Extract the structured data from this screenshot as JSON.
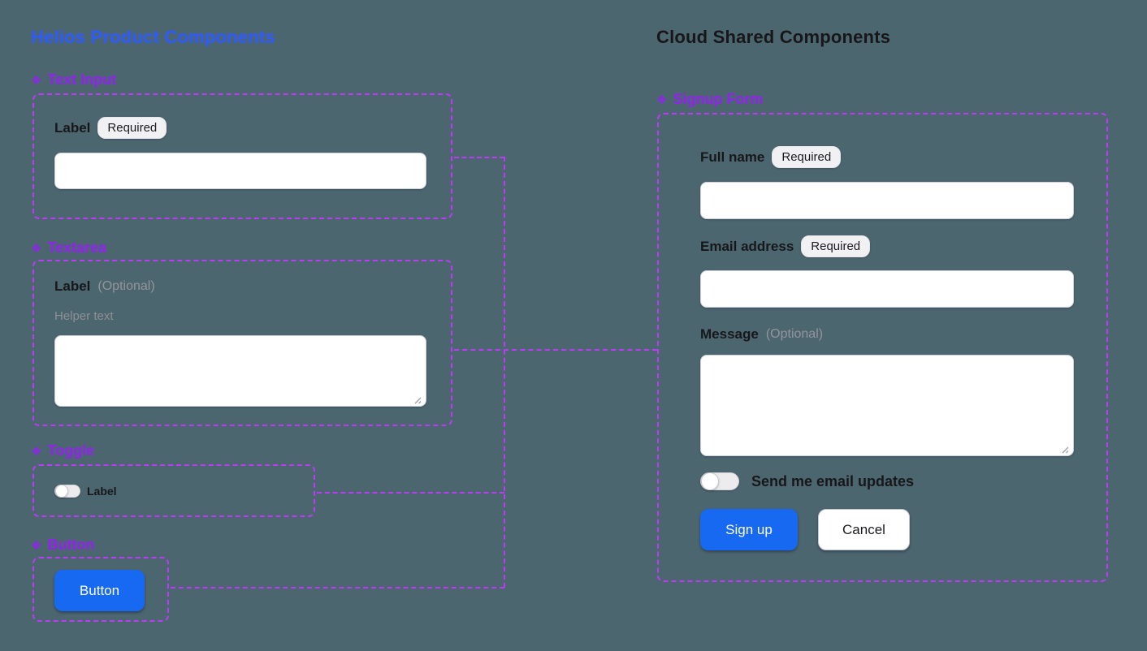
{
  "colors": {
    "canvas_background": "#4c6670",
    "connector_purple": "#bb3bf8",
    "component_label_purple": "#9322f0",
    "left_title_blue": "#2e5bff",
    "primary_button_blue": "#1769f2"
  },
  "icons": {
    "component": "❖"
  },
  "left": {
    "title": "Helios Product Components",
    "sections": {
      "text_input": {
        "name": "Text Input",
        "label": "Label",
        "badge": "Required",
        "value": ""
      },
      "textarea": {
        "name": "Textarea",
        "label": "Label",
        "optional": "(Optional)",
        "helper": "Helper text",
        "value": ""
      },
      "toggle": {
        "name": "Toggle",
        "label": "Label",
        "state": "off"
      },
      "button": {
        "name": "Button",
        "button_label": "Button"
      }
    }
  },
  "right": {
    "title": "Cloud Shared Components",
    "section_name": "Signup Form",
    "form": {
      "full_name": {
        "label": "Full name",
        "badge": "Required",
        "value": ""
      },
      "email": {
        "label": "Email address",
        "badge": "Required",
        "value": ""
      },
      "message": {
        "label": "Message",
        "optional": "(Optional)",
        "value": ""
      },
      "updates_toggle": {
        "label": "Send me email updates",
        "state": "off"
      },
      "signup_label": "Sign up",
      "cancel_label": "Cancel"
    }
  }
}
